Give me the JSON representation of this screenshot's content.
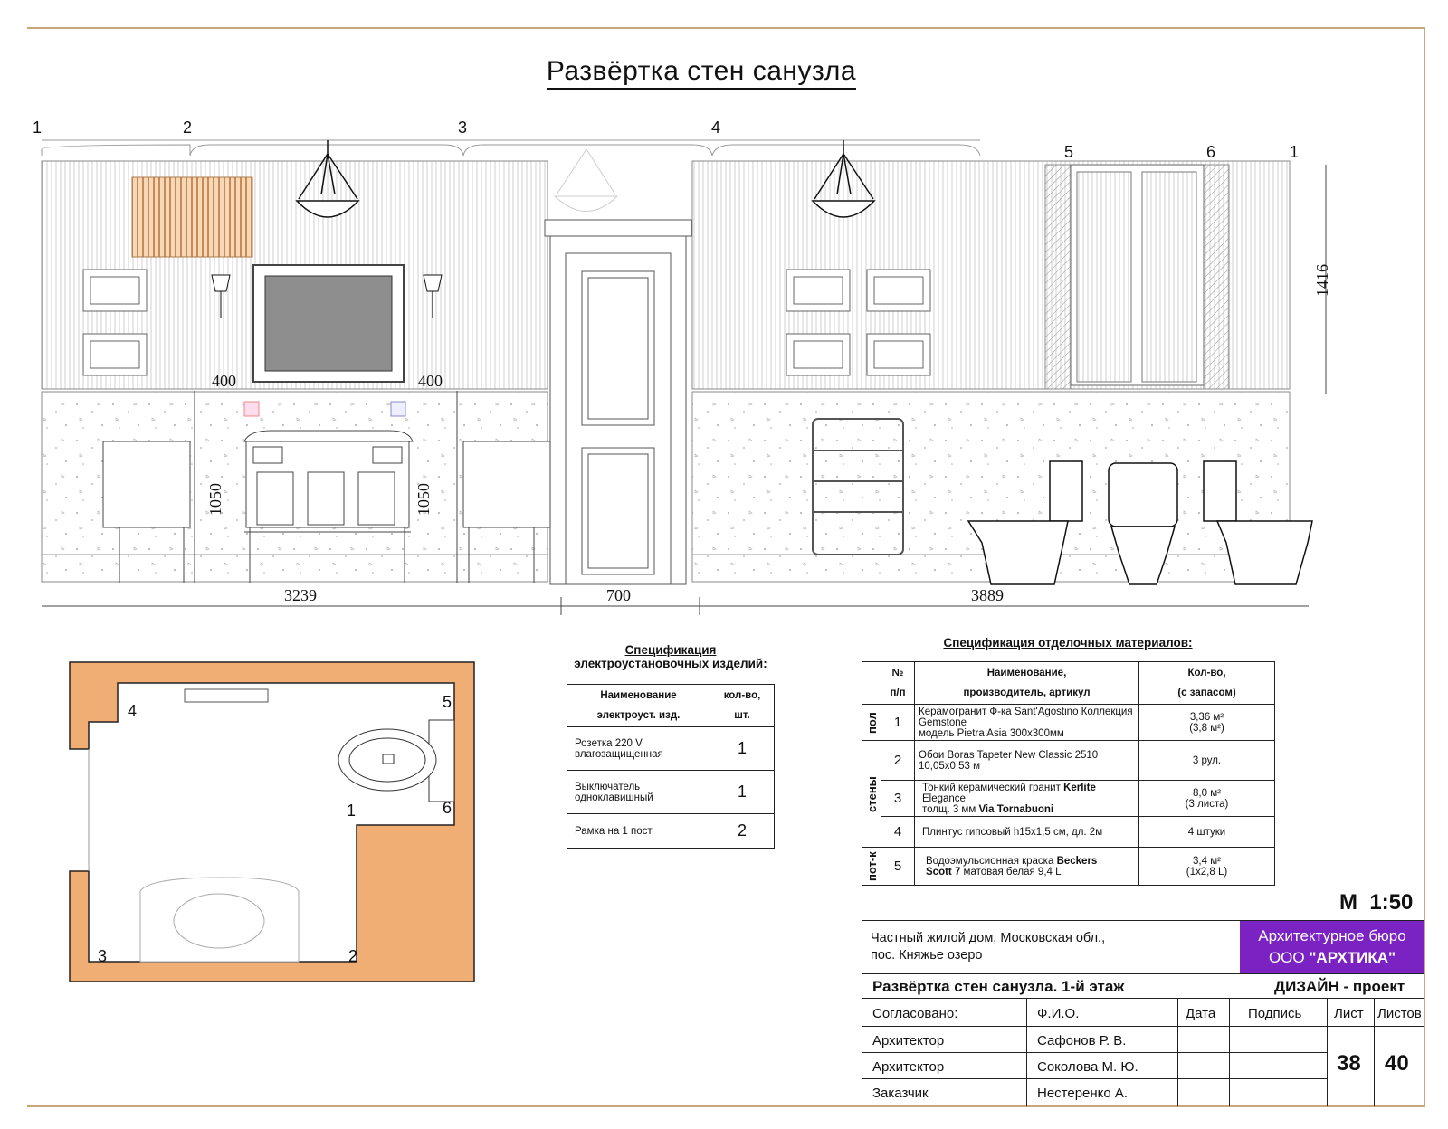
{
  "title": "Развёртка стен санузла",
  "axes_top": [
    "1",
    "2",
    "3",
    "4",
    "5",
    "6",
    "1"
  ],
  "dimensions": {
    "height_1416": "1416",
    "offset_left": "400",
    "offset_right": "400",
    "height_left": "1050",
    "height_right": "1050",
    "wall_a": "3239",
    "door": "700",
    "wall_b": "3889"
  },
  "plan_labels": [
    "4",
    "5",
    "1",
    "6",
    "3",
    "2"
  ],
  "spec_electrical": {
    "title_line1": "Спецификация",
    "title_line2": "электроустановочных изделий:",
    "header_name_1": "Наименование",
    "header_name_2": "электроуст. изд.",
    "header_qty_1": "кол-во,",
    "header_qty_2": "шт.",
    "rows": [
      {
        "name_1": "Розетка 220 V",
        "name_2": "влагозащищенная",
        "qty": "1"
      },
      {
        "name_1": "Выключатель",
        "name_2": "одноклавишный",
        "qty": "1"
      },
      {
        "name_1": "Рамка на 1 пост",
        "name_2": "",
        "qty": "2"
      }
    ]
  },
  "spec_finish": {
    "title": "Спецификация отделочных материалов:",
    "h_no_1": "№",
    "h_no_2": "п/п",
    "h_name_1": "Наименование,",
    "h_name_2": "производитель, артикул",
    "h_qty_1": "Кол-во,",
    "h_qty_2": "(с запасом)",
    "group_floor": "пол",
    "group_walls": "стены",
    "group_ceiling": "пот-к",
    "rows": [
      {
        "no": "1",
        "name_1": "Керамогранит Ф-ка Sant'Agostino Коллекция Gemstone",
        "name_2": "модель Pietra Asia 300х300мм",
        "qty_1": "3,36 м²",
        "qty_2": "(3,8 м²)"
      },
      {
        "no": "2",
        "name_1": "Обои Boras Tapeter New Classic 2510",
        "name_2": "10,05х0,53 м",
        "qty_1": "3 рул.",
        "qty_2": ""
      },
      {
        "no": "3",
        "name_1a": "Тонкий керамический гранит ",
        "name_1b": "Kerlite",
        "name_1c": " Elegance",
        "name_2a": "толщ. 3 мм ",
        "name_2b": "Via Tornabuoni",
        "qty_1": "8,0 м²",
        "qty_2": "(3 листа)"
      },
      {
        "no": "4",
        "name_1": "Плинтус гипсовый  h15х1,5 см, дл. 2м",
        "qty_1": "4 штуки"
      },
      {
        "no": "5",
        "name_1a": "Водоэмульсионная краска ",
        "name_1b": "Beckers",
        "name_2a": "Scott 7",
        "name_2b": " матовая белая 9,4 L",
        "qty_1": "3,4 м²",
        "qty_2": "(1х2,8 L)"
      }
    ]
  },
  "scale": "М  1:50",
  "stamp": {
    "project_1": "Частный жилой дом, Московская обл.,",
    "project_2": "пос. Княжье озеро",
    "bureau_1": "Архитектурное бюро",
    "bureau_2a": "ООО ",
    "bureau_2b": "\"АРХТИКА\"",
    "bureau_color": "#7b22c2",
    "sheet_title": "Развёртка стен санузла. 1-й этаж",
    "stage": "ДИЗАЙН - проект",
    "h_agreed": "Согласовано:",
    "h_fio": "Ф.И.О.",
    "h_date": "Дата",
    "h_sign": "Подпись",
    "h_sheet": "Лист",
    "h_sheets": "Листов",
    "rows": [
      {
        "role": "Архитектор",
        "name": "Сафонов Р. В."
      },
      {
        "role": "Архитектор",
        "name": "Соколова М. Ю."
      },
      {
        "role": "Заказчик",
        "name": "Нестеренко А."
      }
    ],
    "sheet_no": "38",
    "sheets_total": "40"
  },
  "colors": {
    "frame": "#c9a77a",
    "wall_fill": "#f0ae74",
    "panel_fill": "#d9a070"
  }
}
